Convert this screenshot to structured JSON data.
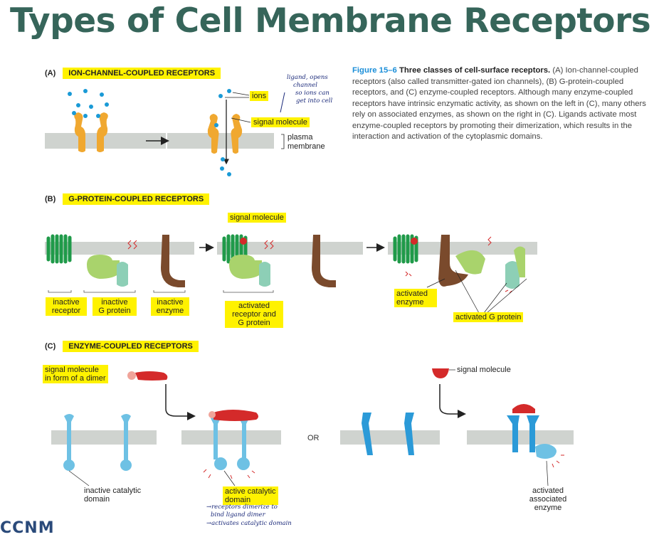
{
  "title": "Types of Cell Membrane Receptors",
  "caption": {
    "figure_number": "Figure 15–6",
    "figure_title": "Three classes of cell-surface receptors.",
    "body": "(A) Ion-channel-coupled receptors (also called transmitter-gated ion channels), (B) G-protein-coupled receptors, and (C) enzyme-coupled receptors. Although many enzyme-coupled receptors have intrinsic enzymatic activity, as shown on the left in (C), many others rely on associated enzymes, as shown on the right in (C). Ligands activate most enzyme-coupled receptors by promoting their dimerization, which results in the interaction and activation of the cytoplasmic domains."
  },
  "section_a": {
    "letter": "(A)",
    "name": "ION-CHANNEL-COUPLED RECEPTORS",
    "labels": {
      "ions": "ions",
      "signal_molecule": "signal molecule",
      "plasma_membrane_1": "plasma",
      "plasma_membrane_2": "membrane"
    },
    "handwritten": [
      "ligand, opens",
      "channel",
      "so ions can",
      "get into cell"
    ]
  },
  "section_b": {
    "letter": "(B)",
    "name": "G-PROTEIN-COUPLED RECEPTORS",
    "labels": {
      "signal_molecule": "signal molecule",
      "inactive_receptor_1": "inactive",
      "inactive_receptor_2": "receptor",
      "inactive_gprotein_1": "inactive",
      "inactive_gprotein_2": "G protein",
      "inactive_enzyme_1": "inactive",
      "inactive_enzyme_2": "enzyme",
      "activated_receptor_1": "activated",
      "activated_receptor_2": "receptor and",
      "activated_receptor_3": "G protein",
      "activated_enzyme_1": "activated",
      "activated_enzyme_2": "enzyme",
      "activated_gprotein": "activated G protein"
    }
  },
  "section_c": {
    "letter": "(C)",
    "name": "ENZYME-COUPLED RECEPTORS",
    "labels": {
      "signal_dimer_1": "signal molecule",
      "signal_dimer_2": "in form of a dimer",
      "signal_molecule": "signal molecule",
      "or": "OR",
      "inactive_catalytic_1": "inactive catalytic",
      "inactive_catalytic_2": "domain",
      "active_catalytic_1": "active catalytic",
      "active_catalytic_2": "domain",
      "activated_enzyme_1": "activated",
      "activated_enzyme_2": "associated",
      "activated_enzyme_3": "enzyme"
    },
    "handwritten": [
      "→receptors dimerize to",
      "bind ligand dimer",
      "→activates catalytic domain"
    ]
  },
  "footer_logo": "CCNM",
  "colors": {
    "title": "#36655a",
    "highlight": "#fff200",
    "membrane": "#cfd3cf",
    "ion_channel": "#f0a830",
    "ions": "#1a9ad6",
    "receptor_green": "#1f9a49",
    "g_protein_light": "#a9d36c",
    "g_protein_teal": "#8dcfb6",
    "enzyme_brown": "#7a4a2c",
    "signal_red": "#d42a2a",
    "receptor_blue": "#6ec1e4",
    "receptor_blue_dark": "#2b9ad8",
    "caption_blue": "#1a8ed8"
  }
}
